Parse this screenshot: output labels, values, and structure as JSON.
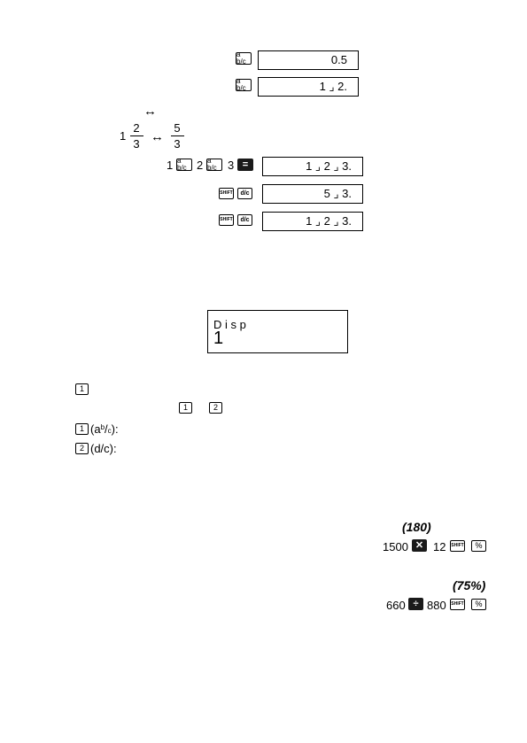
{
  "section1": {
    "key_frac_1": "a b/c",
    "display_1": "0.5",
    "key_frac_2": "a b/c",
    "display_2": "1 ⌟ 2."
  },
  "section2": {
    "arrow": "↔",
    "mixed_whole": "1",
    "mixed_num": "2",
    "mixed_den": "3",
    "arrow2": "↔",
    "improper_num": "5",
    "improper_den": "3",
    "seq_1": "1",
    "seq_2": "2",
    "seq_3": "3",
    "key_equals": "=",
    "display_3": "1 ⌟ 2 ⌟ 3.",
    "key_shift_1": "SHIFT",
    "key_dc_1": "d/c",
    "display_4": "5 ⌟ 3.",
    "key_shift_2": "SHIFT",
    "key_dc_2": "d/c",
    "display_5": "1 ⌟ 2 ⌟ 3."
  },
  "disp_screen": {
    "label": "D i s p",
    "value": "1"
  },
  "options": {
    "key_a": "1",
    "key_b": "1",
    "key_c": "2",
    "opt1_key": "1",
    "opt1_text_a": "(a",
    "opt1_text_sup": "b",
    "opt1_text_b": "/",
    "opt1_text_sub": "c",
    "opt1_text_c": "):",
    "opt2_key": "2",
    "opt2_text": "(d/c):"
  },
  "percent": {
    "result_1": "(180)",
    "calc1_a": "1500",
    "calc1_op": "✕",
    "calc1_b": "12",
    "key_shift_3": "SHIFT",
    "key_pct_1": "%",
    "result_2": "(75%)",
    "calc2_a": "660",
    "calc2_op": "÷",
    "calc2_b": "880",
    "key_shift_4": "SHIFT",
    "key_pct_2": "%"
  }
}
